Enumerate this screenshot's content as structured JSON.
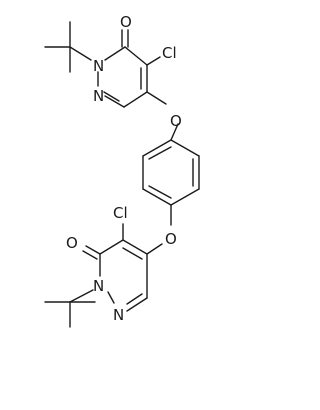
{
  "molecule": {
    "atom_labels": {
      "o_carbonyl_top": "O",
      "cl_top": "Cl",
      "n_top_1": "N",
      "n_top_2": "N",
      "o_ether_top": "O",
      "o_ether_bottom": "O",
      "cl_bottom": "Cl",
      "o_carbonyl_bottom": "O",
      "n_bottom_1": "N",
      "n_bottom_2": "N"
    }
  },
  "colors": {
    "ink": "#1a1a1a",
    "background": "#ffffff"
  }
}
